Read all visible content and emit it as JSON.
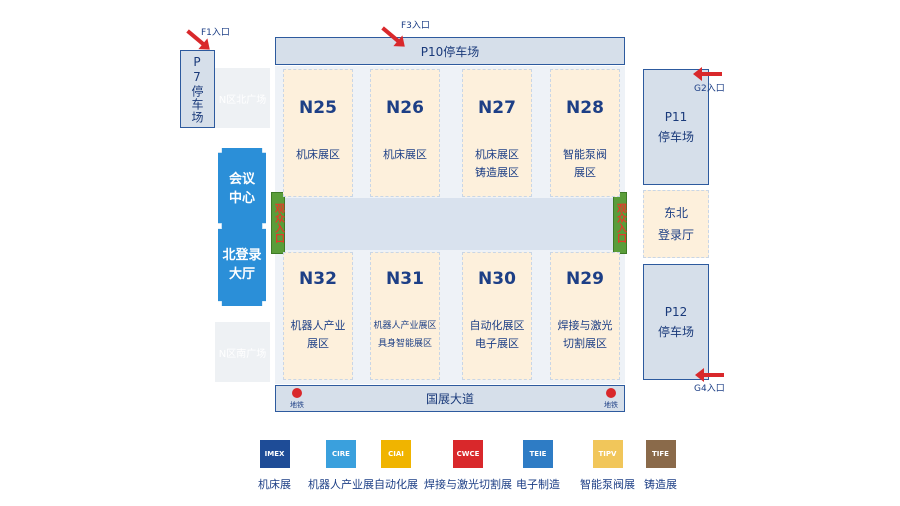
{
  "parking": {
    "p10": "P10停车场",
    "p7": "P7停车场",
    "p11": "P11 停车场",
    "p12": "P12 停车场",
    "p11_a": "P11",
    "p11_b": "停车场",
    "p12_a": "P12",
    "p12_b": "停车场"
  },
  "gates": {
    "f1": "F1入口",
    "f3": "F3入口",
    "g2": "G2入口",
    "g4": "G4入口"
  },
  "ghost_labels": {
    "north_plaza": "N区北广场",
    "south_plaza": "N区南广场"
  },
  "conference": {
    "line1": "会议",
    "line2": "中心"
  },
  "north_reg": {
    "line1": "北登录",
    "line2": "大厅"
  },
  "ne_reg": {
    "line1": "东北",
    "line2": "登录厅"
  },
  "visitor_entrance": "观众入口",
  "road": "国展大道",
  "metro": "地铁",
  "halls_top": [
    {
      "code": "N25",
      "l1": "机床展区",
      "l2": ""
    },
    {
      "code": "N26",
      "l1": "机床展区",
      "l2": ""
    },
    {
      "code": "N27",
      "l1": "机床展区",
      "l2": "铸造展区"
    },
    {
      "code": "N28",
      "l1": "智能泵阀",
      "l2": "展区"
    }
  ],
  "halls_bottom": [
    {
      "code": "N32",
      "l1": "机器人产业",
      "l2": "展区"
    },
    {
      "code": "N31",
      "l1": "机器人产业展区",
      "l2": "具身智能展区"
    },
    {
      "code": "N30",
      "l1": "自动化展区",
      "l2": "电子展区"
    },
    {
      "code": "N29",
      "l1": "焊接与激光",
      "l2": "切割展区"
    }
  ],
  "legend": [
    {
      "logo": "IMEX",
      "label": "机床展",
      "color": "#1e4c97"
    },
    {
      "logo": "CIRE",
      "label": "机器人产业展",
      "color": "#3aa0dd"
    },
    {
      "logo": "CIAI",
      "label": "自动化展",
      "color": "#f0b400"
    },
    {
      "logo": "CWCE",
      "label": "焊接与激光切割展",
      "color": "#d9282b"
    },
    {
      "logo": "TEIE",
      "label": "电子制造",
      "color": "#2e7cc5"
    },
    {
      "logo": "TIPV",
      "label": "智能泵阀展",
      "color": "#f1c65a"
    },
    {
      "logo": "TIFE",
      "label": "铸造展",
      "color": "#8a6a4a"
    }
  ]
}
